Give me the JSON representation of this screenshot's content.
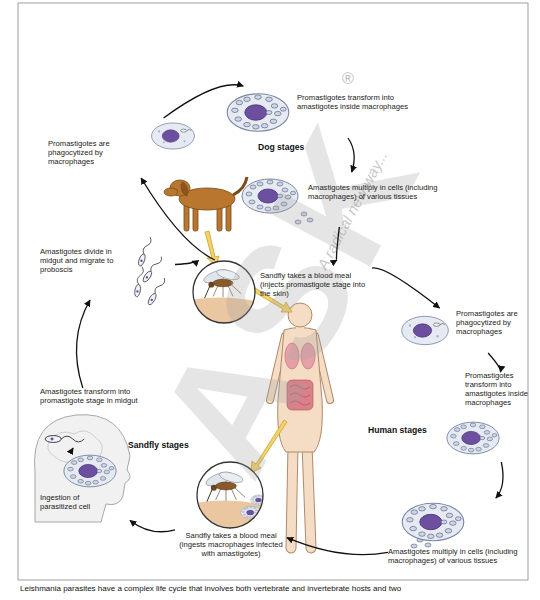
{
  "diagram": {
    "caption": "Leishmania parasites have a complex life cycle that involves both vertebrate and invertebrate hosts and two",
    "nodes": [
      {
        "text": [
          "Promastigotes are phagocytized by macrophages"
        ]
      },
      {
        "text": [
          "Promastigotes transform into amastigotes inside macrophages"
        ]
      },
      {
        "text": [
          "Amastigotes multiply in cells (including macrophages) of various tissues"
        ]
      },
      {
        "text": [
          "Sandfly takes a blood meal (injects promastigote stage into the skin)"
        ]
      },
      {
        "text": [
          "Promastigotes are phagocytized by macrophages"
        ]
      },
      {
        "text": [
          "Promastigotes transform into amastigotes inside macrophages"
        ]
      },
      {
        "text": [
          "Amastigotes multiply in cells (including macrophages) of various tissues"
        ]
      },
      {
        "text": [
          "Sandfly takes a blood meal (ingests macrophages infected with amastigotes)"
        ]
      },
      {
        "text": [
          "Ingestion of parasitized cell"
        ]
      },
      {
        "text": [
          "Amastigotes transform into promastigote stage in midgut"
        ]
      },
      {
        "text": [
          "Amastigotes divide in midgut and migrate to proboscis"
        ]
      }
    ],
    "edges": [
      {
        "from": 0,
        "to": 1,
        "arrow": "to"
      },
      {
        "from": 1,
        "to": 2,
        "arrow": "to"
      },
      {
        "from": 2,
        "to": 3,
        "arrow": "to"
      },
      {
        "from": 3,
        "to": 0,
        "arrow": "to"
      },
      {
        "from": 3,
        "to": 4,
        "arrow": "to"
      },
      {
        "from": 4,
        "to": 5,
        "arrow": "to"
      },
      {
        "from": 5,
        "to": 6,
        "arrow": "to"
      },
      {
        "from": 6,
        "to": 7,
        "arrow": "to"
      },
      {
        "from": 7,
        "to": 8,
        "arrow": "to"
      },
      {
        "from": 8,
        "to": 9,
        "arrow": "to"
      },
      {
        "from": 9,
        "to": 10,
        "arrow": "to"
      },
      {
        "from": 10,
        "to": 3,
        "arrow": "to"
      }
    ],
    "labels": [
      "Dog stages",
      "Sandfly stages",
      "Human stages",
      "ASK",
      "®",
      "A radical new way..."
    ]
  }
}
